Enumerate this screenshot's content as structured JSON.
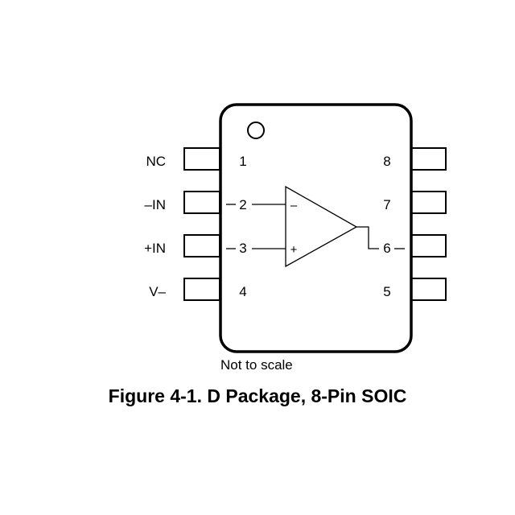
{
  "pins_left": [
    {
      "number": "1",
      "label": "NC"
    },
    {
      "number": "2",
      "label": "–IN"
    },
    {
      "number": "3",
      "label": "+IN"
    },
    {
      "number": "4",
      "label": "V–"
    }
  ],
  "pins_right": [
    {
      "number": "8"
    },
    {
      "number": "7"
    },
    {
      "number": "6"
    },
    {
      "number": "5"
    }
  ],
  "opamp": {
    "minus": "–",
    "plus": "+"
  },
  "note": "Not to scale",
  "caption": "Figure 4-1. D Package, 8-Pin SOIC"
}
